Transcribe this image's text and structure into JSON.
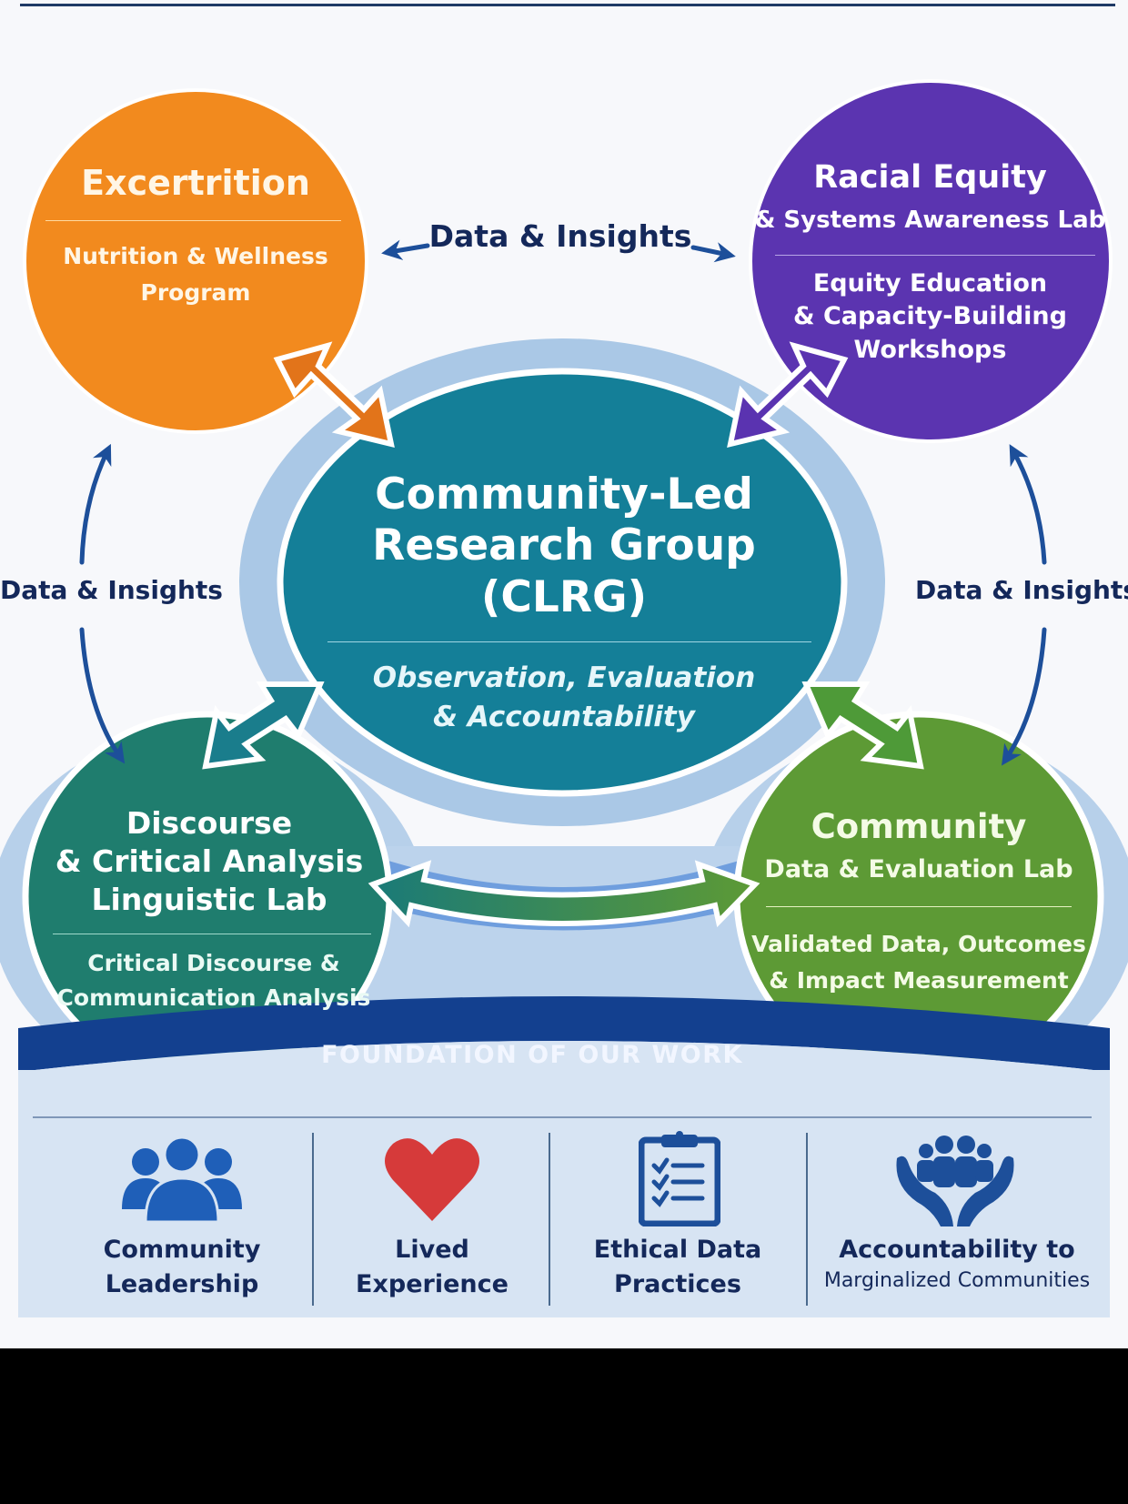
{
  "center": {
    "title_lines": [
      "Community-Led",
      "Research Group",
      "(CLRG)"
    ],
    "subtitle_lines": [
      "Observation, Evaluation",
      "& Accountability"
    ]
  },
  "nodes": {
    "top_left": {
      "title": "Excertrition",
      "subtitle_lines": [
        "Nutrition & Wellness",
        "Program"
      ],
      "color": "#f28a1e"
    },
    "top_right": {
      "title": "Racial Equity",
      "title_sub": "& Systems Awareness Lab",
      "subtitle_lines": [
        "Equity Education",
        "& Capacity-Building",
        "Workshops"
      ],
      "color": "#5b34b0"
    },
    "bottom_left": {
      "title_lines": [
        "Discourse",
        "& Critical Analysis",
        "Linguistic Lab"
      ],
      "subtitle_lines": [
        "Critical Discourse &",
        "Communication Analysis"
      ],
      "color": "#1f7d6e"
    },
    "bottom_right": {
      "title": "Community",
      "title_sub": "Data & Evaluation Lab",
      "subtitle_lines": [
        "Validated Data, Outcomes",
        "& Impact Measurement"
      ],
      "color": "#5d9a35"
    }
  },
  "flows": {
    "top": "Data & Insights",
    "left": "Data & Insights",
    "right": "Data & Insights"
  },
  "foundation": {
    "banner": "FOUNDATION OF OUR WORK",
    "pillars": [
      {
        "icon": "people-group-icon",
        "lines": [
          "Community",
          "Leadership"
        ]
      },
      {
        "icon": "heart-icon",
        "lines": [
          "Lived Experience"
        ]
      },
      {
        "icon": "clipboard-checklist-icon",
        "lines": [
          "Ethical Data",
          "Practices"
        ]
      },
      {
        "icon": "hands-holding-people-icon",
        "lines": [
          "Accountability to",
          "Marginalized Communities"
        ]
      }
    ]
  },
  "colors": {
    "center": "#147f98",
    "ring": "#aac8e6",
    "navy": "#13408f",
    "text_dark": "#14285a",
    "heart": "#d63a3a"
  }
}
